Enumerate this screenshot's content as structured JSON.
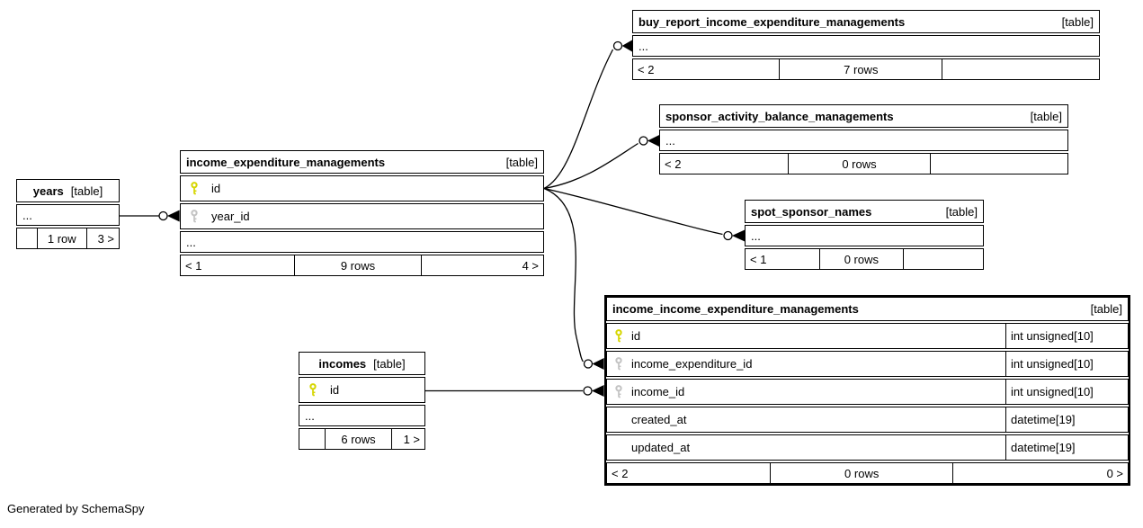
{
  "note": "Generated by SchemaSpy",
  "colors": {
    "primary_key": "#d6d600",
    "foreign_key": "#c3c3c3",
    "header_bg": "#f3f3f3",
    "border": "#000000"
  },
  "tables": [
    {
      "name": "years",
      "tag": "[table]",
      "ellipsis": "...",
      "footer": [
        "",
        "1 row",
        "3 >"
      ]
    },
    {
      "name": "income_expenditure_managements",
      "tag": "[table]",
      "ellipsis": "...",
      "fields": [
        {
          "name": "id",
          "key": "primary"
        },
        {
          "name": "year_id",
          "key": "foreign"
        }
      ],
      "footer": [
        "< 1",
        "9 rows",
        "4 >"
      ]
    },
    {
      "name": "buy_report_income_expenditure_managements",
      "tag": "[table]",
      "ellipsis": "...",
      "footer": [
        "< 2",
        "7 rows",
        ""
      ]
    },
    {
      "name": "sponsor_activity_balance_managements",
      "tag": "[table]",
      "ellipsis": "...",
      "footer": [
        "< 2",
        "0 rows",
        ""
      ]
    },
    {
      "name": "spot_sponsor_names",
      "tag": "[table]",
      "ellipsis": "...",
      "footer": [
        "< 1",
        "0 rows",
        ""
      ]
    },
    {
      "name": "incomes",
      "tag": "[table]",
      "ellipsis": "...",
      "fields": [
        {
          "name": "id",
          "key": "primary"
        }
      ],
      "footer": [
        "",
        "6 rows",
        "1 >"
      ]
    },
    {
      "name": "income_income_expenditure_managements",
      "tag": "[table]",
      "fields": [
        {
          "name": "id",
          "key": "primary",
          "type": "int unsigned[10]"
        },
        {
          "name": "income_expenditure_id",
          "key": "foreign",
          "type": "int unsigned[10]"
        },
        {
          "name": "income_id",
          "key": "foreign",
          "type": "int unsigned[10]"
        },
        {
          "name": "created_at",
          "key": "",
          "type": "datetime[19]"
        },
        {
          "name": "updated_at",
          "key": "",
          "type": "datetime[19]"
        }
      ],
      "footer": [
        "< 2",
        "0 rows",
        "0 >"
      ]
    }
  ],
  "relationships": [
    {
      "from": "years",
      "to": "income_expenditure_managements.year_id"
    },
    {
      "from": "income_expenditure_managements",
      "to": "buy_report_income_expenditure_managements"
    },
    {
      "from": "income_expenditure_managements",
      "to": "sponsor_activity_balance_managements"
    },
    {
      "from": "income_expenditure_managements",
      "to": "spot_sponsor_names"
    },
    {
      "from": "income_expenditure_managements",
      "to": "income_income_expenditure_managements.income_expenditure_id"
    },
    {
      "from": "incomes",
      "to": "income_income_expenditure_managements.income_id"
    }
  ]
}
